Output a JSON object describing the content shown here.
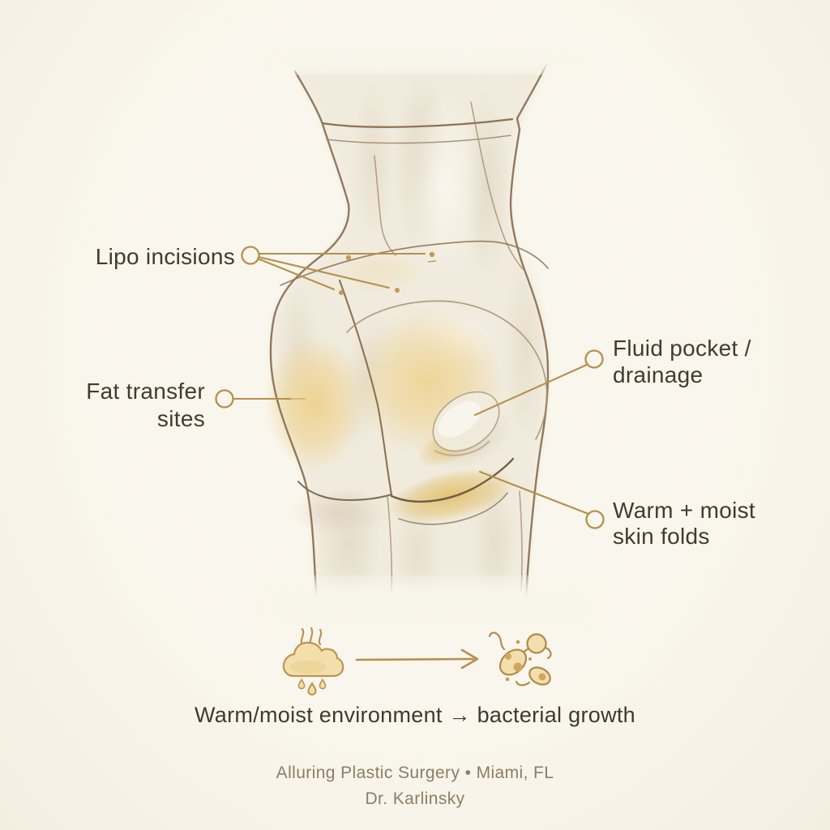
{
  "annotations": {
    "lipo": {
      "label": "Lipo incisions",
      "marker": "circle-with-leader-lines",
      "targets": "four small incision dots on lower back / flanks"
    },
    "fat": {
      "label": "Fat transfer\nsites",
      "marker": "circle-with-leader-line",
      "targets": "shaded areas of both buttocks"
    },
    "fluid": {
      "label": "Fluid pocket /\ndrainage",
      "marker": "circle-with-leader-line",
      "targets": "bulge on lower outer buttock"
    },
    "warm": {
      "label": "Warm + moist\nskin folds",
      "marker": "circle-with-leader-line",
      "targets": "crease beneath buttock"
    }
  },
  "process": {
    "caption": "Warm/moist environment → bacterial growth",
    "icons": [
      {
        "name": "steam-cloud-icon",
        "depicts": "warm moist cloud with steam and droplets"
      },
      {
        "name": "arrow-right-icon",
        "depicts": "leads to"
      },
      {
        "name": "bacteria-icon",
        "depicts": "bacterial cells with flagella"
      }
    ]
  },
  "footer": {
    "clinic": "Alluring Plastic Surgery • Miami, FL",
    "doctor": "Dr. Karlinsky"
  },
  "colors": {
    "background": "#f9f6ec",
    "leader_gold": "#b5904d",
    "outline_brown": "#8b7256",
    "crease_brown": "#6e5d45",
    "gold_shade": "#efd28d",
    "icon_fill": "#f3e0ac",
    "text_dark": "#413b30",
    "text_footer": "#8d7d67"
  }
}
